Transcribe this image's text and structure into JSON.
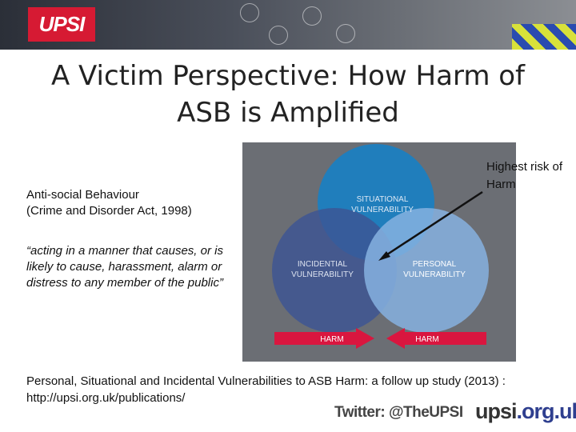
{
  "logo": {
    "text": "UPSI",
    "color": "#d61a33"
  },
  "title": {
    "line1": "A Victim Perspective: How Harm of",
    "line2": "ASB is Amplified"
  },
  "definition": {
    "line1": "Anti-social Behaviour",
    "line2": "(Crime and Disorder Act, 1998)",
    "quote": "“acting in a manner that causes, or is likely to cause, harassment, alarm or distress to any member of the public”"
  },
  "diagram": {
    "circles": [
      {
        "label_line1": "SITUATIONAL",
        "label_line2": "VULNERABILITY",
        "color": "#1a7fc2"
      },
      {
        "label_line1": "INCIDENTIAL",
        "label_line2": "VULNERABILITY",
        "color": "#3d5494"
      },
      {
        "label_line1": "PERSONAL",
        "label_line2": "VULNERABILITY",
        "color": "#86b2e0"
      }
    ],
    "arrows": [
      {
        "label": "HARM",
        "direction": "right",
        "color": "#d9163f"
      },
      {
        "label": "HARM",
        "direction": "left",
        "color": "#d9163f"
      }
    ],
    "annotation": "Highest risk of Harm"
  },
  "footer": {
    "citation": "Personal, Situational and Incidental Vulnerabilities to ASB Harm: a follow up study (2013) : http://upsi.org.uk/publications/",
    "twitter": "Twitter: @TheUPSI",
    "site_main": "upsi",
    "site_tld": ".org.uk"
  }
}
